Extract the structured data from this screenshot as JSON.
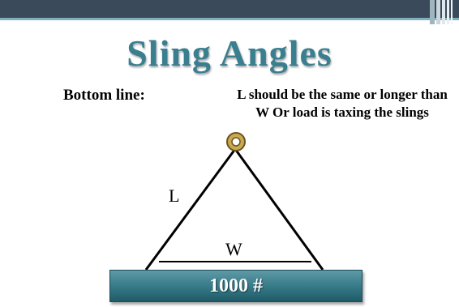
{
  "slide": {
    "title": "Sling Angles",
    "bottom_line_label": "Bottom line:",
    "note": "L should be the same or longer than W Or load is taxing the slings"
  },
  "diagram": {
    "sling_label": "L",
    "width_label": "W",
    "load_label": "1000 #"
  },
  "colors": {
    "title": "#3a7f8f",
    "header_bar": "#3b4a5a",
    "load_block": "#3b7e8c",
    "shackle": "#c9a84f"
  }
}
